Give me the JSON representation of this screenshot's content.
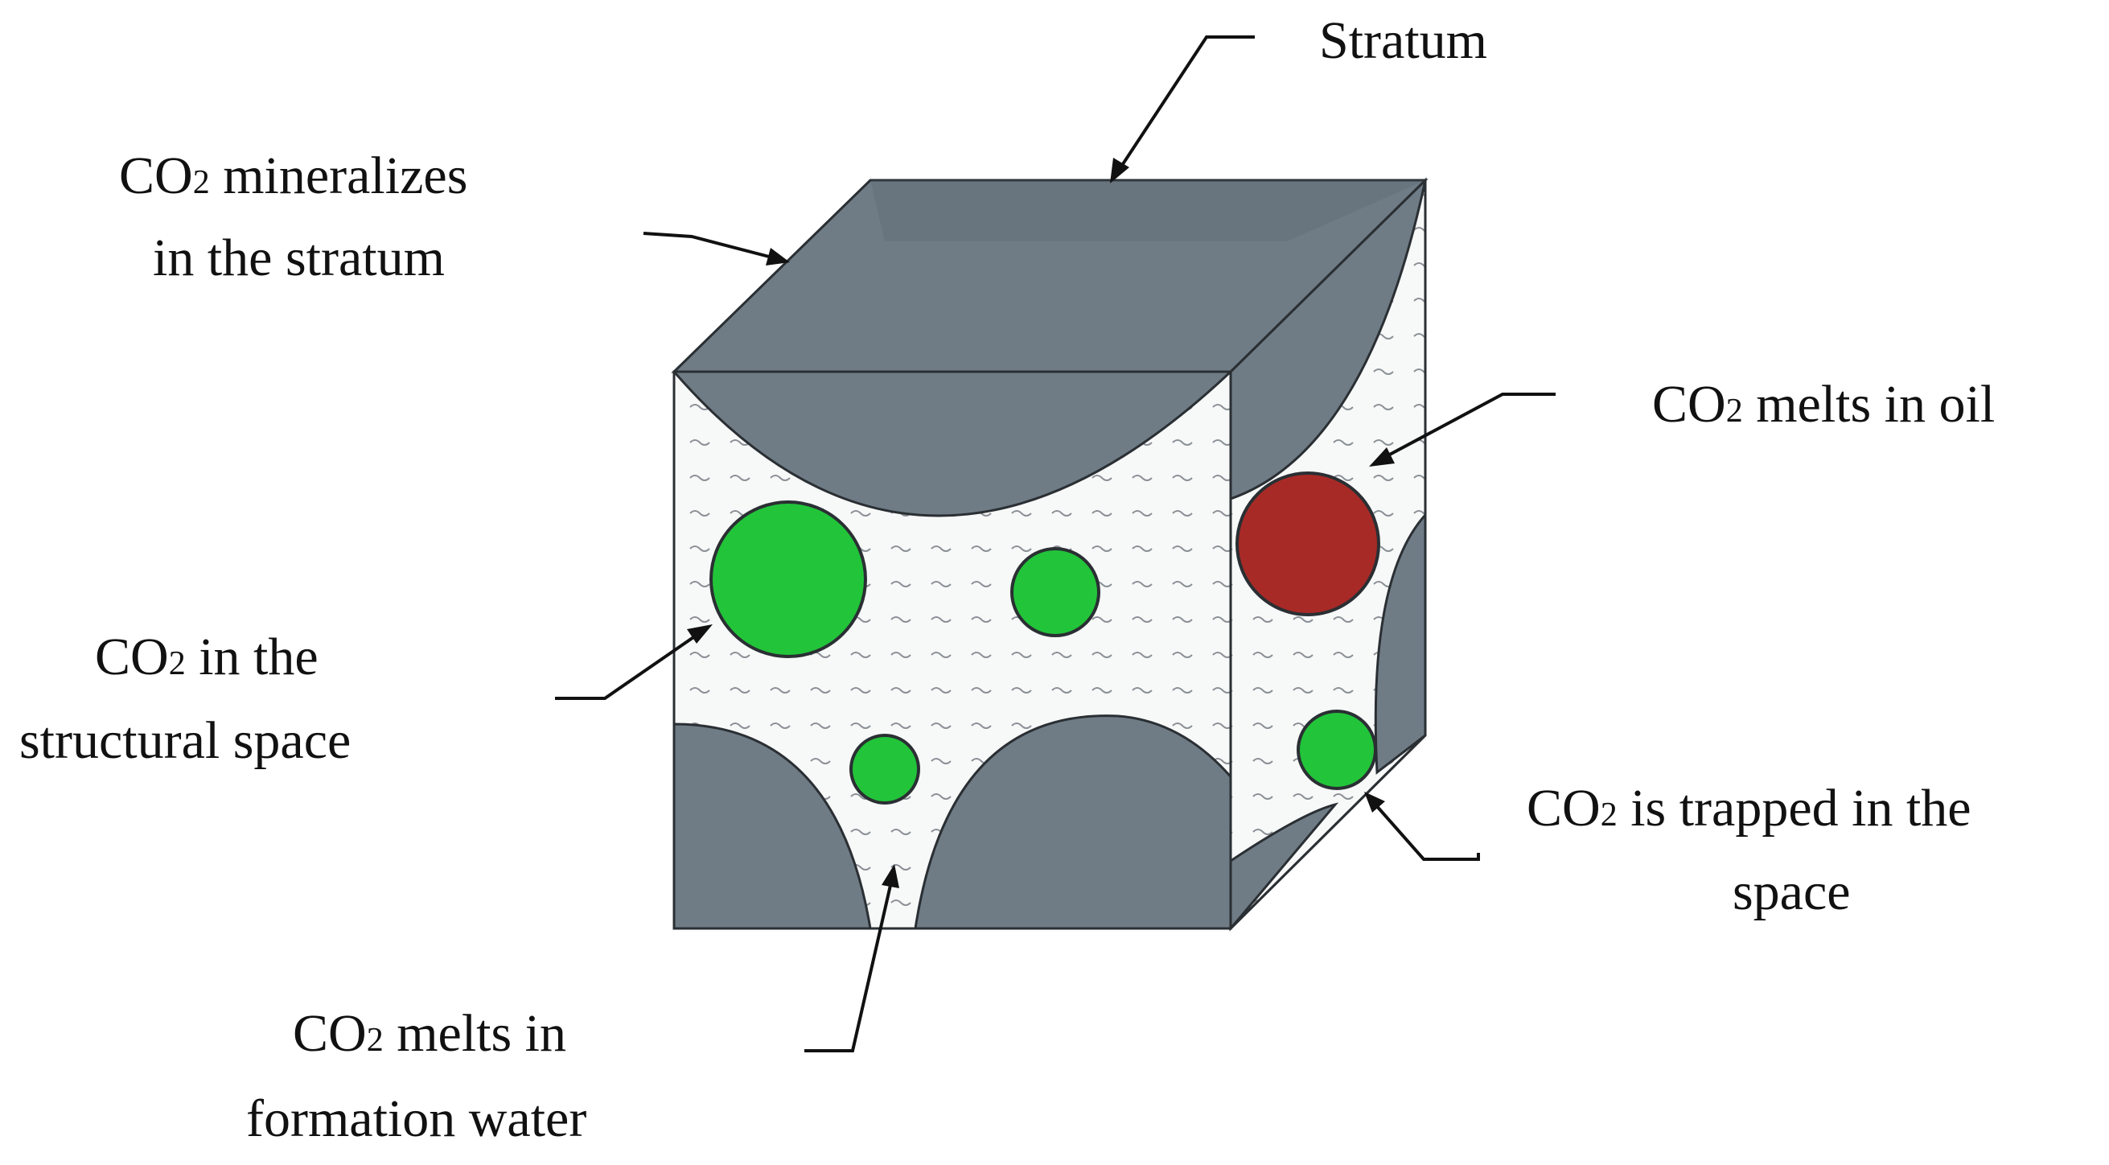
{
  "labels": {
    "stratum": "Stratum",
    "mineralizes": {
      "co": "CO",
      "sub": "2",
      "line1_rest": " mineralizes",
      "line2": "in the stratum"
    },
    "oil": {
      "co": "CO",
      "sub": "2",
      "rest": " melts in oil"
    },
    "structural": {
      "co": "CO",
      "sub": "2",
      "line1_rest": " in the",
      "line2": "structural space"
    },
    "trapped": {
      "co": "CO",
      "sub": "2",
      "line1_rest": " is trapped in the",
      "line2": "space"
    },
    "water": {
      "co": "CO",
      "sub": "2",
      "line1_rest": " melts in",
      "line2": "formation water"
    }
  },
  "colors": {
    "rock": "#6f7c86",
    "rock_dark": "#55616b",
    "pore_fill": "#f7f8f8",
    "co2_gas": "#22c43a",
    "co2_oil": "#a82a26",
    "outline": "#2a2f33"
  }
}
